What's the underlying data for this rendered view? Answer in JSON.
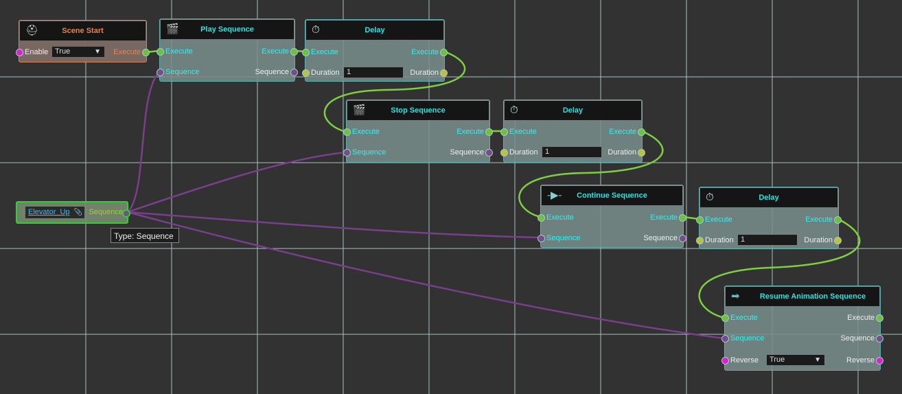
{
  "nodes": {
    "scene_start": {
      "title": "Scene Start",
      "enable": "Enable",
      "enable_value": "True",
      "execute": "Execute"
    },
    "play_sequence": {
      "title": "Play Sequence",
      "execute_in": "Execute",
      "execute_out": "Execute",
      "sequence_in": "Sequence",
      "sequence_out": "Sequence"
    },
    "delay1": {
      "title": "Delay",
      "execute_in": "Execute",
      "execute_out": "Execute",
      "duration_in": "Duration",
      "duration_value": "1",
      "duration_out": "Duration"
    },
    "stop_sequence": {
      "title": "Stop Sequence",
      "execute_in": "Execute",
      "execute_out": "Execute",
      "sequence_in": "Sequence",
      "sequence_out": "Sequence"
    },
    "delay2": {
      "title": "Delay",
      "execute_in": "Execute",
      "execute_out": "Execute",
      "duration_in": "Duration",
      "duration_value": "1",
      "duration_out": "Duration"
    },
    "continue_sequence": {
      "title": "Continue Sequence",
      "execute_in": "Execute",
      "execute_out": "Execute",
      "sequence_in": "Sequence",
      "sequence_out": "Sequence"
    },
    "delay3": {
      "title": "Delay",
      "execute_in": "Execute",
      "execute_out": "Execute",
      "duration_in": "Duration",
      "duration_value": "1",
      "duration_out": "Duration"
    },
    "resume_animation_sequence": {
      "title": "Resume Animation Sequence",
      "execute_in": "Execute",
      "execute_out": "Execute",
      "sequence_in": "Sequence",
      "sequence_out": "Sequence",
      "reverse_in": "Reverse",
      "reverse_value": "True",
      "reverse_out": "Reverse"
    },
    "elevator_up": {
      "link": "Elevator_Up",
      "output": "Sequence"
    }
  },
  "tooltip": "Type: Sequence",
  "colors": {
    "execute_wire": "#7ed040",
    "sequence_wire": "#7a3f8c",
    "title": "#30e0e0",
    "scene_title": "#e8834a"
  }
}
